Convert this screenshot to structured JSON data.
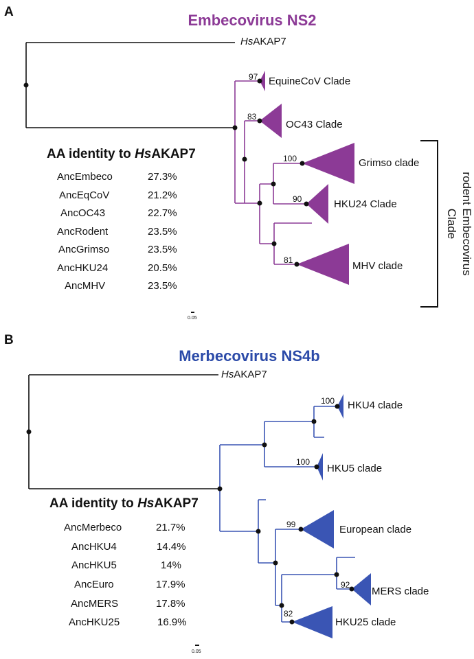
{
  "panel_a": {
    "letter": "A",
    "title": "Embecovirus NS2",
    "title_color": "#8c3a96",
    "branch_color": "#8c3a96",
    "outgroup": {
      "prefix": "Hs",
      "rest": "AKAP7"
    },
    "clades": [
      {
        "name": "EquineCoV Clade",
        "bootstrap": "97"
      },
      {
        "name": "OC43 Clade",
        "bootstrap": "83"
      },
      {
        "name": "Grimso clade",
        "bootstrap": "100"
      },
      {
        "name": "HKU24 Clade",
        "bootstrap": "90"
      },
      {
        "name": "MHV clade",
        "bootstrap": "81"
      }
    ],
    "bracket_label": [
      "rodent Embecovirus",
      "Clade"
    ],
    "table": {
      "title_prefix": "AA identity to ",
      "title_italic": "Hs",
      "title_suffix": "AKAP7",
      "rows": [
        {
          "name": "AncEmbeco",
          "value": "27.3%"
        },
        {
          "name": "AncEqCoV",
          "value": "21.2%"
        },
        {
          "name": "AncOC43",
          "value": "22.7%"
        },
        {
          "name": "AncRodent",
          "value": "23.5%"
        },
        {
          "name": "AncGrimso",
          "value": "23.5%"
        },
        {
          "name": "AncHKU24",
          "value": "20.5%"
        },
        {
          "name": "AncMHV",
          "value": "23.5%"
        }
      ]
    },
    "scale": "0.05"
  },
  "panel_b": {
    "letter": "B",
    "title": "Merbecovirus NS4b",
    "title_color": "#2b4aa8",
    "branch_color": "#3a55b4",
    "outgroup": {
      "prefix": "Hs",
      "rest": "AKAP7"
    },
    "clades": [
      {
        "name": "HKU4 clade",
        "bootstrap": "100"
      },
      {
        "name": "HKU5 clade",
        "bootstrap": "100"
      },
      {
        "name": "European clade",
        "bootstrap": "99"
      },
      {
        "name": "MERS clade",
        "bootstrap": "92"
      },
      {
        "name": "HKU25 clade",
        "bootstrap": "82"
      }
    ],
    "table": {
      "title_prefix": "AA identity to ",
      "title_italic": "Hs",
      "title_suffix": "AKAP7",
      "rows": [
        {
          "name": "AncMerbeco",
          "value": "21.7%"
        },
        {
          "name": "AncHKU4",
          "value": "14.4%"
        },
        {
          "name": "AncHKU5",
          "value": "14%"
        },
        {
          "name": "AncEuro",
          "value": "17.9%"
        },
        {
          "name": "AncMERS",
          "value": "17.8%"
        },
        {
          "name": "AncHKU25",
          "value": "16.9%"
        }
      ]
    },
    "scale": "0.05"
  }
}
